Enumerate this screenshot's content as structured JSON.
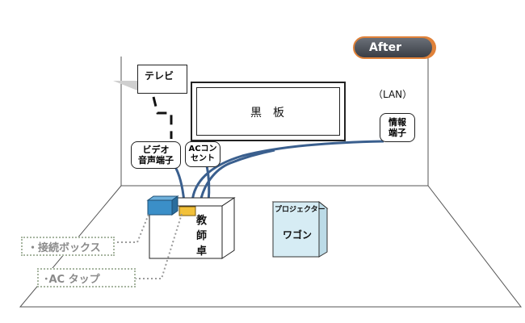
{
  "badge": {
    "label": "After"
  },
  "labels": {
    "tv": "テレビ",
    "blackboard": "黒　板",
    "lan": "（LAN）",
    "info_terminal": [
      "情報",
      "端子"
    ],
    "video_terminal": [
      "ビデオ",
      "音声端子"
    ],
    "ac_outlet": [
      "ACコン",
      "セント"
    ],
    "teacher_desk": [
      "教",
      "師",
      "卓"
    ],
    "projector_wagon_title": "プロジェクター",
    "projector_wagon_body": "ワゴン",
    "connect_box": "・接続ボックス",
    "ac_tap": "･AC タップ"
  },
  "colors": {
    "cable": "#3a5f8e",
    "box_blue": "#3b8fc8",
    "tap_yellow": "#f2c13a",
    "wagon_fill": "#d6ecf4",
    "annotation_border": "#a7b5a0",
    "badge_orange": "#e0823a"
  }
}
